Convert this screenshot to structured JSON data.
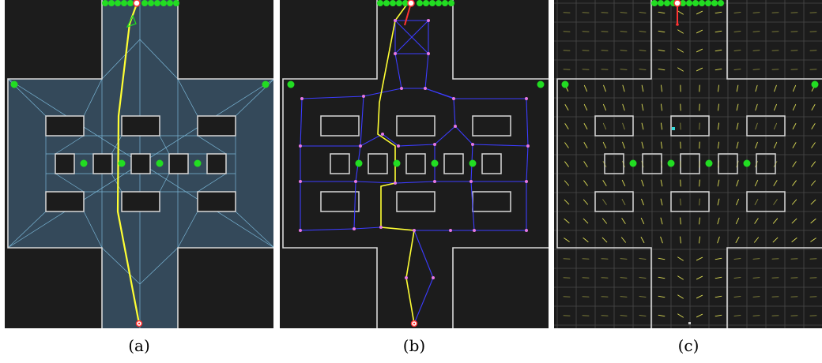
{
  "captions": {
    "a": "(a)",
    "b": "(b)",
    "c": "(c)"
  },
  "colors": {
    "background": "#1c1c1c",
    "walls": "#d8d8d8",
    "navmesh_fill": "#34495a",
    "navmesh_edges": "#7ab6d6",
    "path": "#ffff33",
    "roadmap_edges": "#3c3cff",
    "roadmap_nodes": "#e678e6",
    "agents": "#22dd22",
    "start_marker": "#ff3333",
    "grid": "#4a4a4a",
    "flow_field": "#dddd55",
    "goal_marker": "#33dddd"
  },
  "icons": [
    "agent-dot-icon",
    "start-marker-icon",
    "direction-arrow-icon",
    "goal-marker-icon"
  ]
}
